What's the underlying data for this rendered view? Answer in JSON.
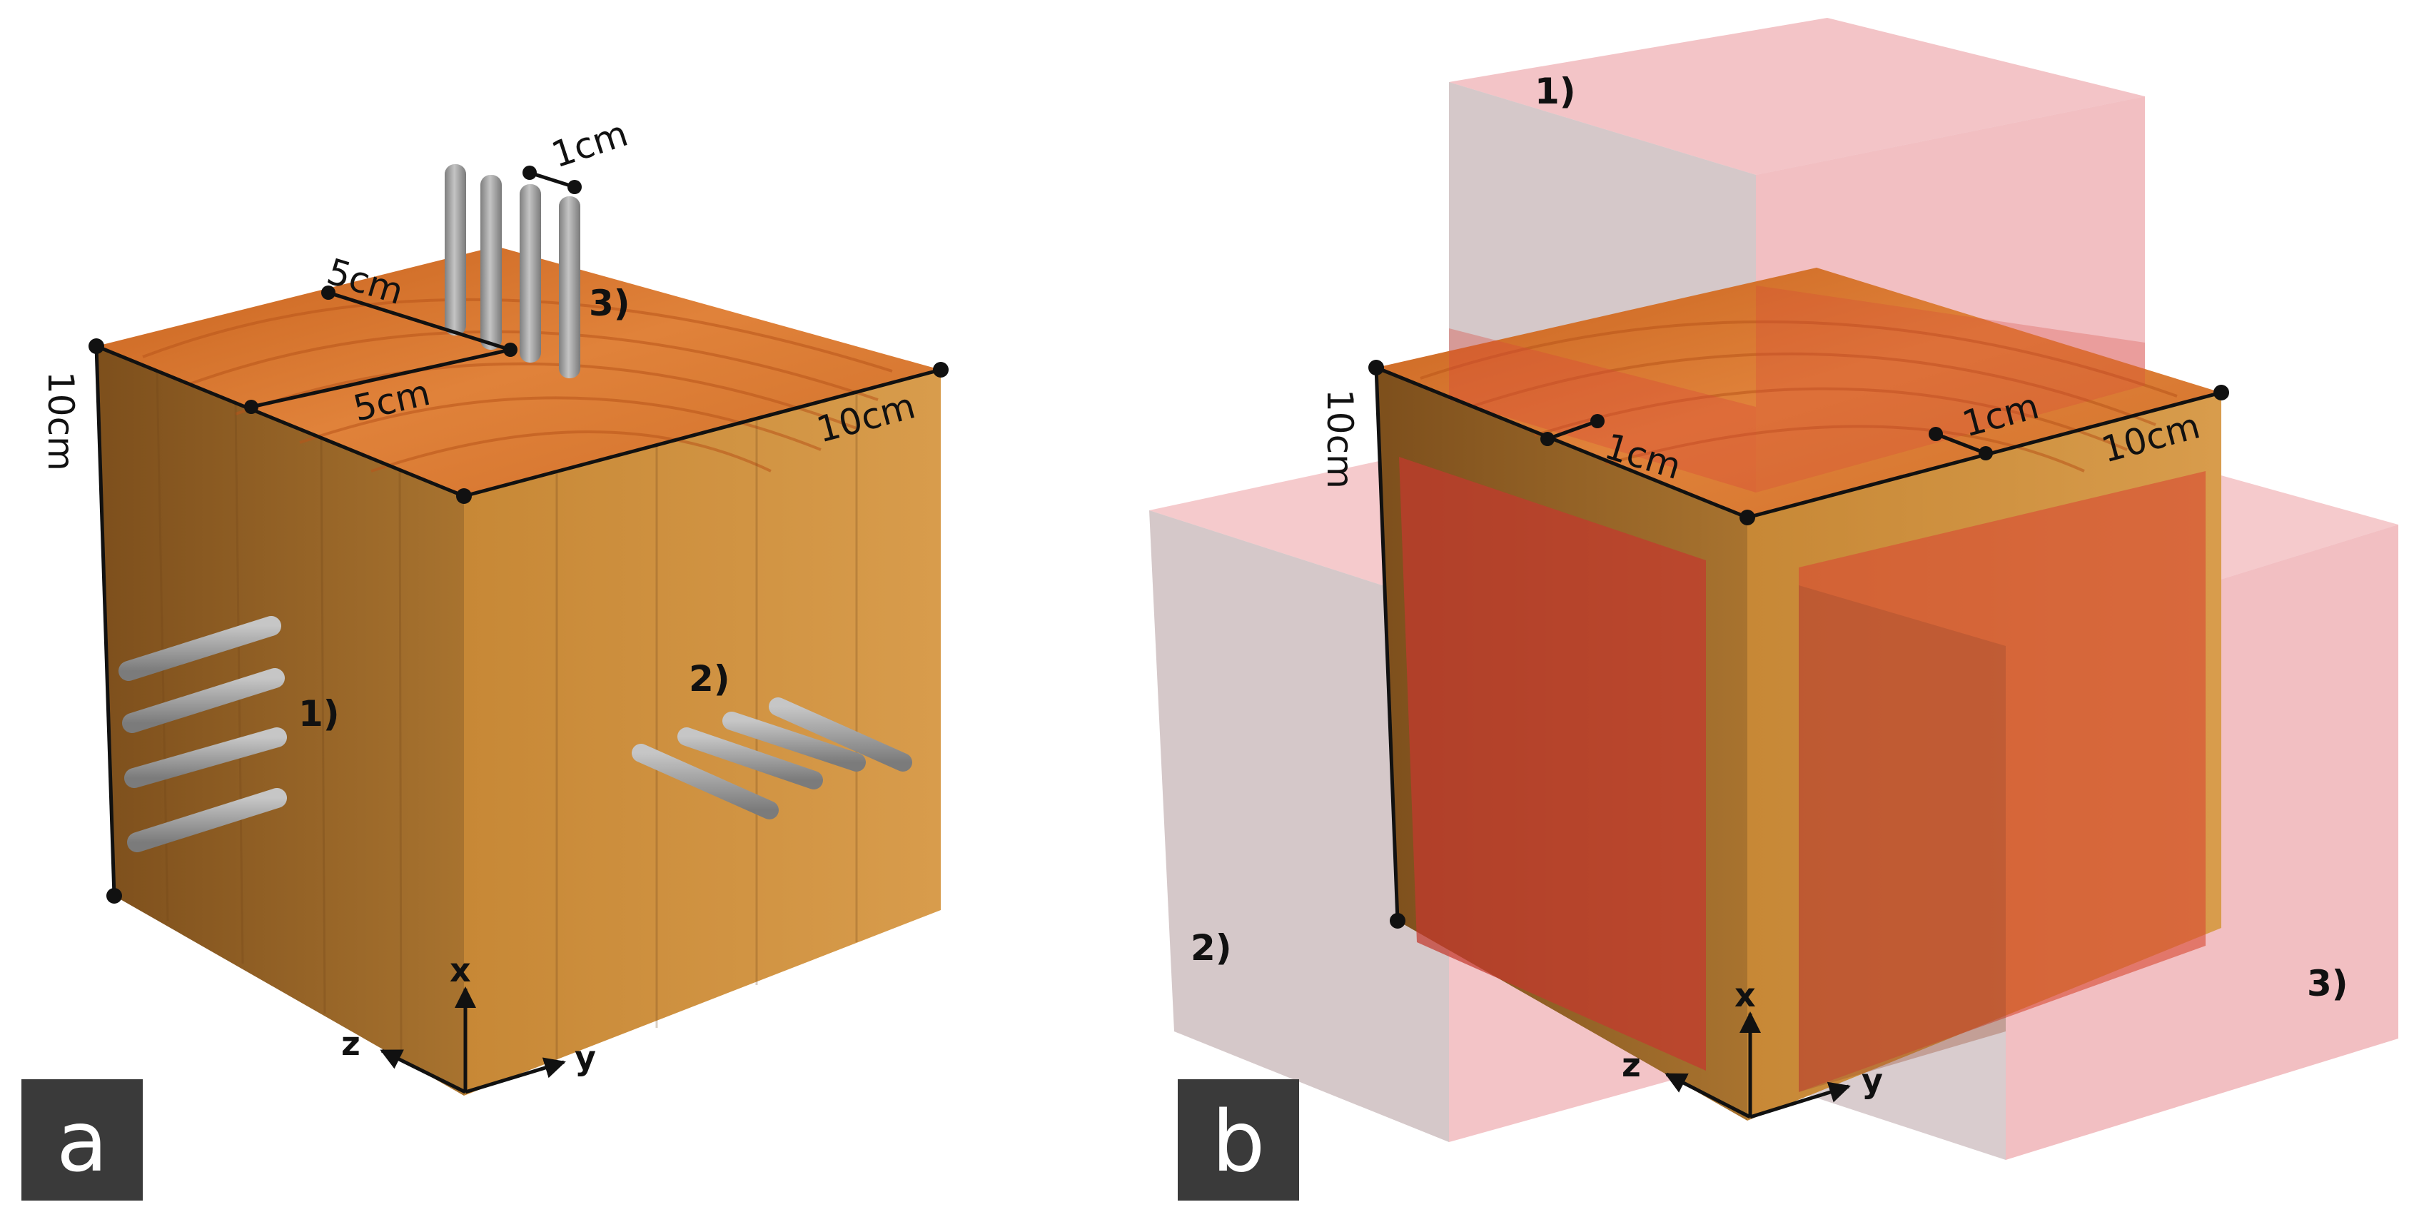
{
  "panel_a": {
    "tag": "a",
    "sample_labels": {
      "one": "1)",
      "two": "2)",
      "three": "3)"
    },
    "dimensions": {
      "spacing": "1cm",
      "offset_a": "5cm",
      "offset_b": "5cm",
      "width": "10cm",
      "height": "10cm"
    },
    "axes": {
      "x": "x",
      "y": "y",
      "z": "z"
    }
  },
  "panel_b": {
    "tag": "b",
    "region_labels": {
      "one": "1)",
      "two": "2)",
      "three": "3)"
    },
    "dimensions": {
      "margin_left": "1cm",
      "margin_right": "1cm",
      "width": "10cm",
      "height": "10cm"
    },
    "axes": {
      "x": "x",
      "y": "y",
      "z": "z"
    }
  },
  "colors": {
    "wood_top": "#d9772e",
    "wood_left": "#9a6526",
    "wood_right": "#c98b3c",
    "region_fill": "#e88a8f",
    "rod": "#9a9a9a",
    "tag_bg": "#3a3a3a"
  }
}
